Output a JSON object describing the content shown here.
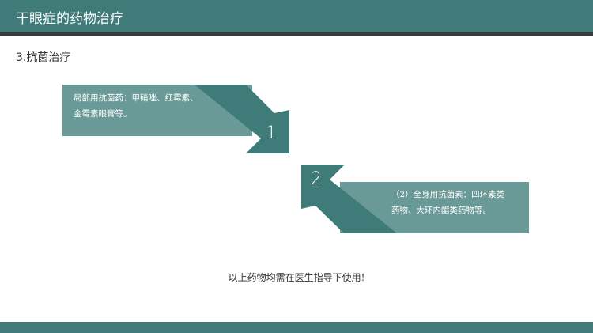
{
  "header": {
    "title": "干眼症的药物治疗"
  },
  "section": {
    "title": "3.抗菌治疗"
  },
  "steps": [
    {
      "number": "1",
      "line1": "局部用抗菌药：甲硝唑、红霉素、",
      "line2": "金霉素眼膏等。"
    },
    {
      "number": "2",
      "line1": "（2）全身用抗菌素：四环素类",
      "line2": "药物、大环内酯类药物等。"
    }
  ],
  "note": "以上药物均需在医生指导下使用!",
  "colors": {
    "primary": "#3f7c79",
    "light": "#6a9a97",
    "rule": "#3a3a3a"
  }
}
